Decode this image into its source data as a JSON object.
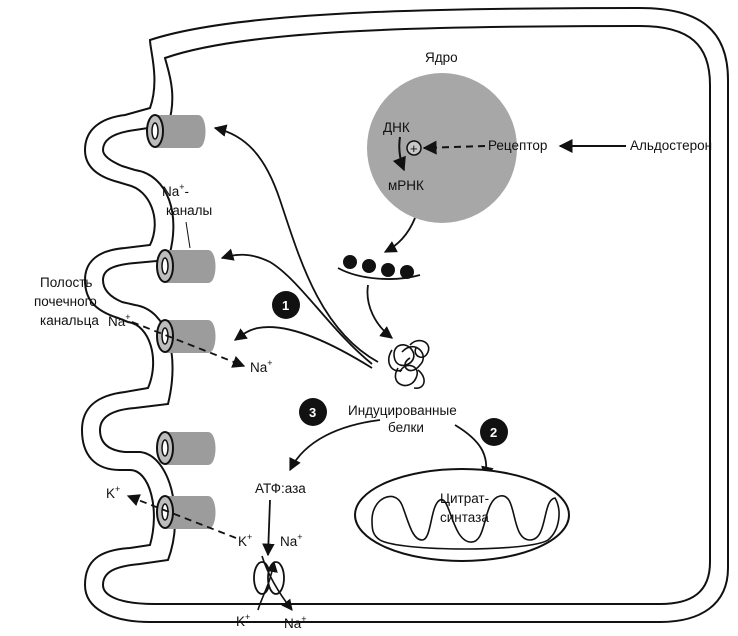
{
  "labels": {
    "nucleus": "Ядро",
    "dna": "ДНК",
    "plus": "+",
    "receptor": "Рецептор",
    "aldosterone": "Альдостерон",
    "mrna": "мРНК",
    "na_channels_top": "Na",
    "na_channels_sup": "+",
    "na_channels_dash": "-",
    "channels": "каналы",
    "lumen_line1": "Полость",
    "lumen_line2": "почечного",
    "lumen_line3": "канальца",
    "na_in": "Na",
    "na_in_sup": "+",
    "na_out": "Na",
    "na_out_sup": "+",
    "induced_line1": "Индуцированные",
    "induced_line2": "белки",
    "atpase": "АТФ:аза",
    "citrate_line1": "Цитрат-",
    "citrate_line2": "синтаза",
    "k_lumen": "K",
    "k_lumen_sup": "+",
    "k_pump": "K",
    "k_pump_sup": "+",
    "na_pump": "Na",
    "na_pump_sup": "+",
    "k_bottom": "K",
    "k_bottom_sup": "+",
    "na_bottom": "Na",
    "na_bottom_sup": "+"
  },
  "steps": [
    "1",
    "2",
    "3"
  ],
  "colors": {
    "stroke": "#111111",
    "nucleus_fill": "#a7a7a7",
    "channel_fill": "#9c9c9c",
    "background": "#ffffff"
  }
}
